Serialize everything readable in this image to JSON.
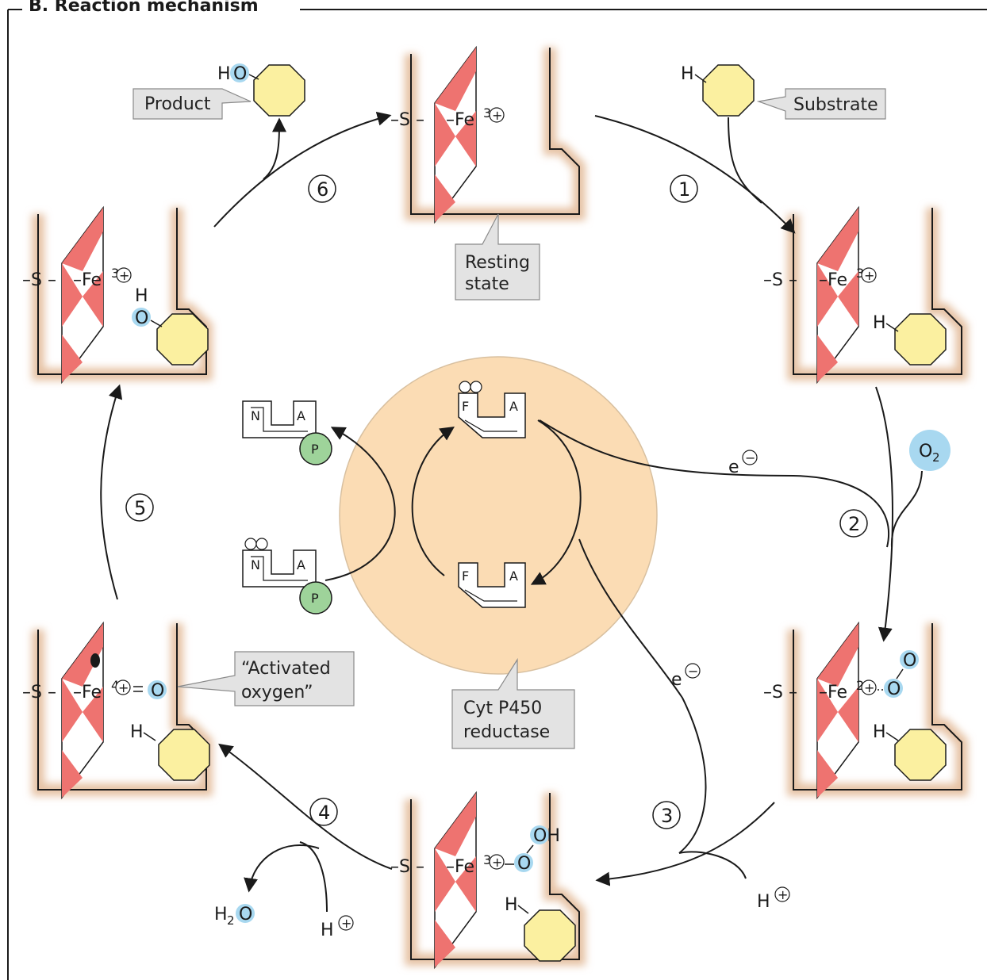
{
  "title": "B. Reaction mechanism",
  "labels": {
    "product": "Product",
    "substrate": "Substrate",
    "resting_line1": "Resting",
    "resting_line2": "state",
    "activated_line1": "“Activated",
    "activated_line2": "oxygen”",
    "reductase_line1": "Cyt P450",
    "reductase_line2": "reductase"
  },
  "steps": [
    "1",
    "2",
    "3",
    "4",
    "5",
    "6"
  ],
  "states": {
    "s0": {
      "prefix": "–S –",
      "metal": "–Fe",
      "ox": "3"
    },
    "s1": {
      "prefix": "–S –",
      "metal": "–Fe",
      "ox": "3"
    },
    "s2": {
      "prefix": "–S –",
      "metal": "–Fe",
      "ox": "2"
    },
    "s3": {
      "prefix": "–S –",
      "metal": "–Fe",
      "ox": "3"
    },
    "s4": {
      "prefix": "–S –",
      "metal": "–Fe",
      "ox": "4"
    },
    "s5": {
      "prefix": "–S –",
      "metal": "–Fe",
      "ox": "3"
    }
  },
  "chem": {
    "H": "H",
    "HO": "H",
    "O": "O",
    "OH": "OH",
    "O2_base": "O",
    "O2_sub": "2",
    "H2O_H": "H",
    "H2O_sub": "2",
    "e": "e",
    "plus": "+",
    "minus": "−"
  },
  "cofactor": {
    "N": "N",
    "A": "A",
    "F": "F",
    "P": "P"
  },
  "colors": {
    "heme_red": "#ee7370",
    "pocket_shadow": "#e6c2a4",
    "substrate_yellow": "#fbf0a0",
    "oxygen_blue": "#a8d8f0",
    "nadp_green": "#9ed39a",
    "reductase_disc": "#fbdcb4",
    "callout_gray": "#e3e3e3"
  }
}
